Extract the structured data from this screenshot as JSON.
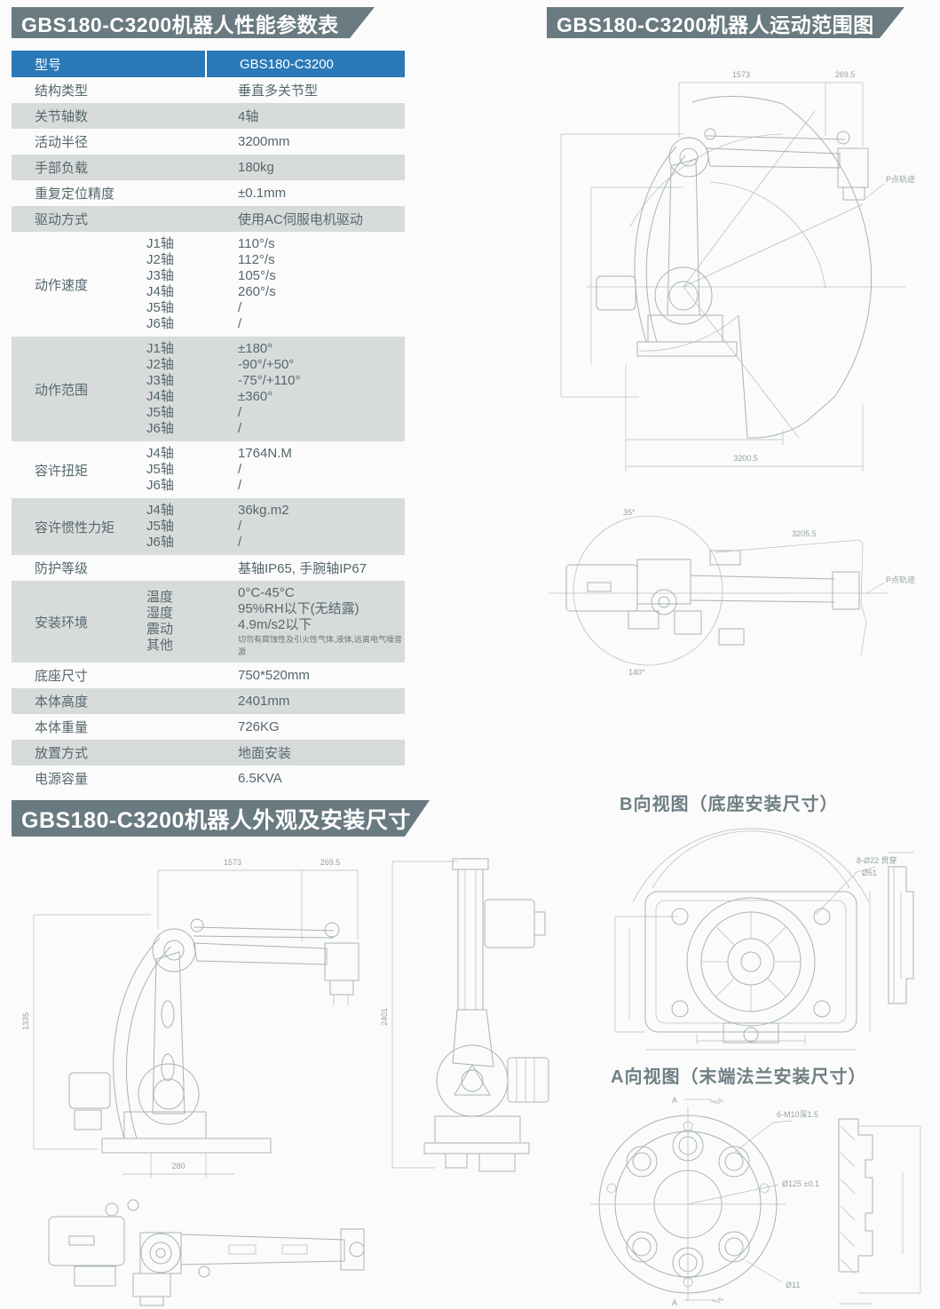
{
  "colors": {
    "banner_bg": "#697a80",
    "table_header_bg": "#2a79b8",
    "row_shade_bg": "#d7dcda",
    "body_text": "#57676e",
    "drawing_line": "#a9b5b4"
  },
  "banners": {
    "spec": "GBS180-C3200机器人性能参数表",
    "motion": "GBS180-C3200机器人运动范围图",
    "outline": "GBS180-C3200机器人外观及安装尺寸"
  },
  "spec_table": {
    "rows": [
      {
        "type": "header",
        "label": "型号",
        "value": "GBS180-C3200"
      },
      {
        "type": "simple",
        "shaded": false,
        "label": "结构类型",
        "value": "垂直多关节型"
      },
      {
        "type": "simple",
        "shaded": true,
        "label": "关节轴数",
        "value": "4轴"
      },
      {
        "type": "simple",
        "shaded": false,
        "label": "活动半径",
        "value": "3200mm"
      },
      {
        "type": "simple",
        "shaded": true,
        "label": "手部负载",
        "value": "180kg"
      },
      {
        "type": "simple",
        "shaded": false,
        "label": "重复定位精度",
        "value": "±0.1mm"
      },
      {
        "type": "simple",
        "shaded": true,
        "label": "驱动方式",
        "value": "使用AC伺服电机驱动"
      },
      {
        "type": "group",
        "shaded": false,
        "label": "动作速度",
        "subs": [
          [
            "J1轴",
            "110°/s"
          ],
          [
            "J2轴",
            "112°/s"
          ],
          [
            "J3轴",
            "105°/s"
          ],
          [
            "J4轴",
            "260°/s"
          ],
          [
            "J5轴",
            "/"
          ],
          [
            "J6轴",
            "/"
          ]
        ]
      },
      {
        "type": "group",
        "shaded": true,
        "label": "动作范围",
        "subs": [
          [
            "J1轴",
            "±180°"
          ],
          [
            "J2轴",
            "-90°/+50°"
          ],
          [
            "J3轴",
            "-75°/+110°"
          ],
          [
            "J4轴",
            "±360°"
          ],
          [
            "J5轴",
            "/"
          ],
          [
            "J6轴",
            "/"
          ]
        ]
      },
      {
        "type": "group",
        "shaded": false,
        "label": "容许扭矩",
        "subs": [
          [
            "J4轴",
            "1764N.M"
          ],
          [
            "J5轴",
            "/"
          ],
          [
            "J6轴",
            "/"
          ]
        ]
      },
      {
        "type": "group",
        "shaded": true,
        "label": "容许惯性力矩",
        "subs": [
          [
            "J4轴",
            "36kg.m2"
          ],
          [
            "J5轴",
            "/"
          ],
          [
            "J6轴",
            "/"
          ]
        ]
      },
      {
        "type": "simple",
        "shaded": false,
        "label": "防护等级",
        "value": "基轴IP65, 手腕轴IP67"
      },
      {
        "type": "group",
        "shaded": true,
        "label": "安装环境",
        "subs": [
          [
            "温度",
            "0°C-45°C"
          ],
          [
            "湿度",
            "95%RH以下(无结露)"
          ],
          [
            "震动",
            "4.9m/s2以下"
          ],
          [
            "其他",
            "切勿有腐蚀性及引火性气体,液体,远离电气噪音源",
            "small"
          ]
        ]
      },
      {
        "type": "simple",
        "shaded": false,
        "label": "底座尺寸",
        "value": "750*520mm"
      },
      {
        "type": "simple",
        "shaded": true,
        "label": "本体高度",
        "value": "2401mm"
      },
      {
        "type": "simple",
        "shaded": false,
        "label": "本体重量",
        "value": "726KG"
      },
      {
        "type": "simple",
        "shaded": true,
        "label": "放置方式",
        "value": "地面安装"
      },
      {
        "type": "simple",
        "shaded": false,
        "label": "电源容量",
        "value": "6.5KVA"
      }
    ]
  },
  "views": {
    "b_title": "B向视图（底座安装尺寸）",
    "a_title": "A向视图（末端法兰安装尺寸）"
  },
  "drawings": {
    "motion": {
      "dim_top1": "1573",
      "dim_top2": "269.5",
      "dim_bottom": "3200.5",
      "trace_label": "P点轨迹"
    },
    "topview": {
      "radius_label": "3205.5",
      "trace_label": "P点轨迹",
      "angle_top": "35°",
      "angle_bottom": "140°"
    },
    "outline": {
      "dim_top1": "1573",
      "dim_top2": "269.5",
      "dim_left": "1335",
      "dim_height": "2401",
      "dim_base": "280"
    },
    "b_view": {
      "label_holes": "8-Ø22 贯穿",
      "label_circle": "Ø51"
    },
    "a_view": {
      "label_bolts": "6-M10深1.5",
      "label_pcd": "Ø125 ±0.1",
      "label_hole": "Ø11",
      "section_mark": "A"
    }
  }
}
